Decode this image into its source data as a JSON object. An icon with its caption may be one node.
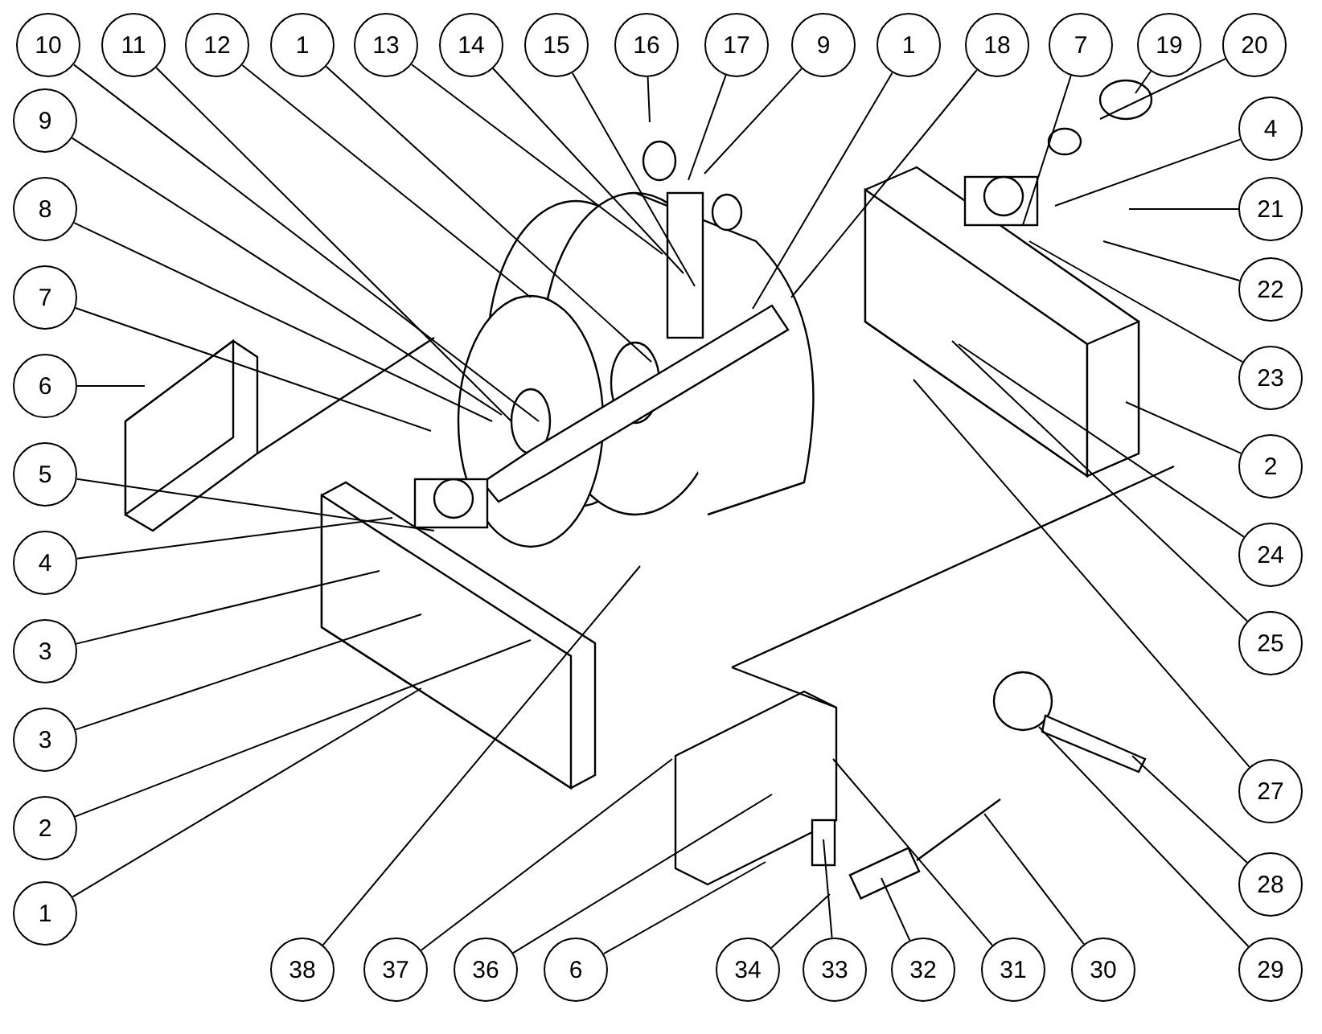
{
  "diagram": {
    "nodes": [
      {
        "text": [
          "10"
        ]
      },
      {
        "text": [
          "11"
        ]
      },
      {
        "text": [
          "12"
        ]
      },
      {
        "text": [
          "1"
        ]
      },
      {
        "text": [
          "13"
        ]
      },
      {
        "text": [
          "14"
        ]
      },
      {
        "text": [
          "15"
        ]
      },
      {
        "text": [
          "16"
        ]
      },
      {
        "text": [
          "17"
        ]
      },
      {
        "text": [
          "9"
        ]
      },
      {
        "text": [
          "1"
        ]
      },
      {
        "text": [
          "18"
        ]
      },
      {
        "text": [
          "7"
        ]
      },
      {
        "text": [
          "19"
        ]
      },
      {
        "text": [
          "20"
        ]
      },
      {
        "text": [
          "9"
        ]
      },
      {
        "text": [
          "8"
        ]
      },
      {
        "text": [
          "7"
        ]
      },
      {
        "text": [
          "6"
        ]
      },
      {
        "text": [
          "5"
        ]
      },
      {
        "text": [
          "4"
        ]
      },
      {
        "text": [
          "3"
        ]
      },
      {
        "text": [
          "3"
        ]
      },
      {
        "text": [
          "2"
        ]
      },
      {
        "text": [
          "1"
        ]
      },
      {
        "text": [
          "4"
        ]
      },
      {
        "text": [
          "21"
        ]
      },
      {
        "text": [
          "22"
        ]
      },
      {
        "text": [
          "23"
        ]
      },
      {
        "text": [
          "2"
        ]
      },
      {
        "text": [
          "24"
        ]
      },
      {
        "text": [
          "25"
        ]
      },
      {
        "text": [
          "27"
        ]
      },
      {
        "text": [
          "28"
        ]
      },
      {
        "text": [
          "29"
        ]
      },
      {
        "text": [
          "38"
        ]
      },
      {
        "text": [
          "37"
        ]
      },
      {
        "text": [
          "36"
        ]
      },
      {
        "text": [
          "6"
        ]
      },
      {
        "text": [
          "34"
        ]
      },
      {
        "text": [
          "33"
        ]
      },
      {
        "text": [
          "32"
        ]
      },
      {
        "text": [
          "31"
        ]
      },
      {
        "text": [
          "30"
        ]
      }
    ],
    "edges": [
      {
        "from": 0,
        "to": null,
        "arrow": "none"
      },
      {
        "from": 1,
        "to": null,
        "arrow": "none"
      },
      {
        "from": 2,
        "to": null,
        "arrow": "none"
      },
      {
        "from": 3,
        "to": null,
        "arrow": "none"
      },
      {
        "from": 4,
        "to": null,
        "arrow": "none"
      },
      {
        "from": 5,
        "to": null,
        "arrow": "none"
      },
      {
        "from": 6,
        "to": null,
        "arrow": "none"
      },
      {
        "from": 7,
        "to": null,
        "arrow": "none"
      },
      {
        "from": 8,
        "to": null,
        "arrow": "none"
      },
      {
        "from": 9,
        "to": null,
        "arrow": "none"
      },
      {
        "from": 10,
        "to": null,
        "arrow": "none"
      },
      {
        "from": 11,
        "to": null,
        "arrow": "none"
      },
      {
        "from": 12,
        "to": null,
        "arrow": "none"
      },
      {
        "from": 13,
        "to": null,
        "arrow": "none"
      },
      {
        "from": 14,
        "to": null,
        "arrow": "none"
      },
      {
        "from": 15,
        "to": null,
        "arrow": "none"
      },
      {
        "from": 16,
        "to": null,
        "arrow": "none"
      },
      {
        "from": 17,
        "to": null,
        "arrow": "none"
      },
      {
        "from": 18,
        "to": null,
        "arrow": "none"
      },
      {
        "from": 19,
        "to": null,
        "arrow": "none"
      },
      {
        "from": 20,
        "to": null,
        "arrow": "none"
      },
      {
        "from": 21,
        "to": null,
        "arrow": "none"
      },
      {
        "from": 22,
        "to": null,
        "arrow": "none"
      },
      {
        "from": 23,
        "to": null,
        "arrow": "none"
      },
      {
        "from": 24,
        "to": null,
        "arrow": "none"
      },
      {
        "from": 25,
        "to": null,
        "arrow": "none"
      },
      {
        "from": 26,
        "to": null,
        "arrow": "none"
      },
      {
        "from": 27,
        "to": null,
        "arrow": "none"
      },
      {
        "from": 28,
        "to": null,
        "arrow": "none"
      },
      {
        "from": 29,
        "to": null,
        "arrow": "none"
      },
      {
        "from": 30,
        "to": null,
        "arrow": "none"
      },
      {
        "from": 31,
        "to": null,
        "arrow": "none"
      },
      {
        "from": 32,
        "to": null,
        "arrow": "none"
      },
      {
        "from": 33,
        "to": null,
        "arrow": "none"
      },
      {
        "from": 34,
        "to": null,
        "arrow": "none"
      },
      {
        "from": 35,
        "to": null,
        "arrow": "none"
      },
      {
        "from": 36,
        "to": null,
        "arrow": "none"
      },
      {
        "from": 37,
        "to": null,
        "arrow": "none"
      },
      {
        "from": 38,
        "to": null,
        "arrow": "none"
      },
      {
        "from": 39,
        "to": null,
        "arrow": "none"
      },
      {
        "from": 40,
        "to": null,
        "arrow": "none"
      },
      {
        "from": 41,
        "to": null,
        "arrow": "none"
      },
      {
        "from": 42,
        "to": null,
        "arrow": "none"
      },
      {
        "from": 43,
        "to": null,
        "arrow": "none"
      }
    ]
  }
}
